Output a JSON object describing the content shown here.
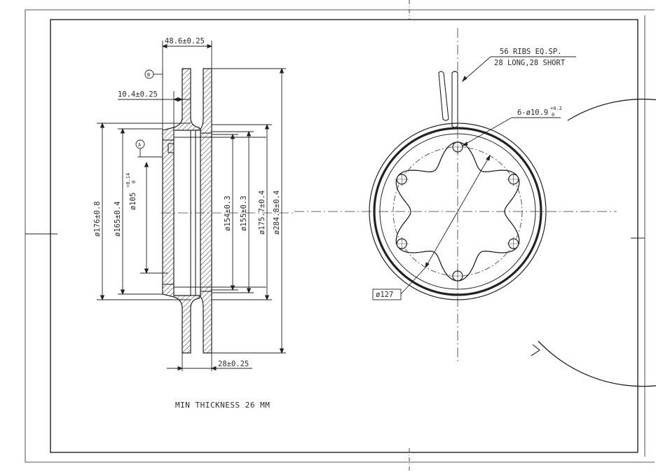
{
  "drawing": {
    "note": "MIN THICKNESS 26 MM",
    "section_view": {
      "overall_width": "48.6±0.25",
      "hat_thickness": "10.4±0.25",
      "disc_thickness": "28±0.25",
      "datum_b": "B",
      "datum_a": "A",
      "diameters": {
        "d176": "ø176±0.8",
        "d165": "ø165±0.4",
        "d105_base": "ø105",
        "d105_tol_upper": "+0.14",
        "d105_tol_lower": "0",
        "d154": "ø154±0.3",
        "d155": "ø155±0.3",
        "d175_7": "ø175.7±0.4",
        "d284_8": "ø284.8±0.4"
      }
    },
    "front_view": {
      "ribs_line1": "56 RIBS EQ.SP.",
      "ribs_line2": "28 LONG,28 SHORT",
      "holes_base": "6-ø10.9",
      "holes_tol_upper": "+0.2",
      "holes_tol_lower": "0",
      "pcd": "ø127"
    }
  }
}
